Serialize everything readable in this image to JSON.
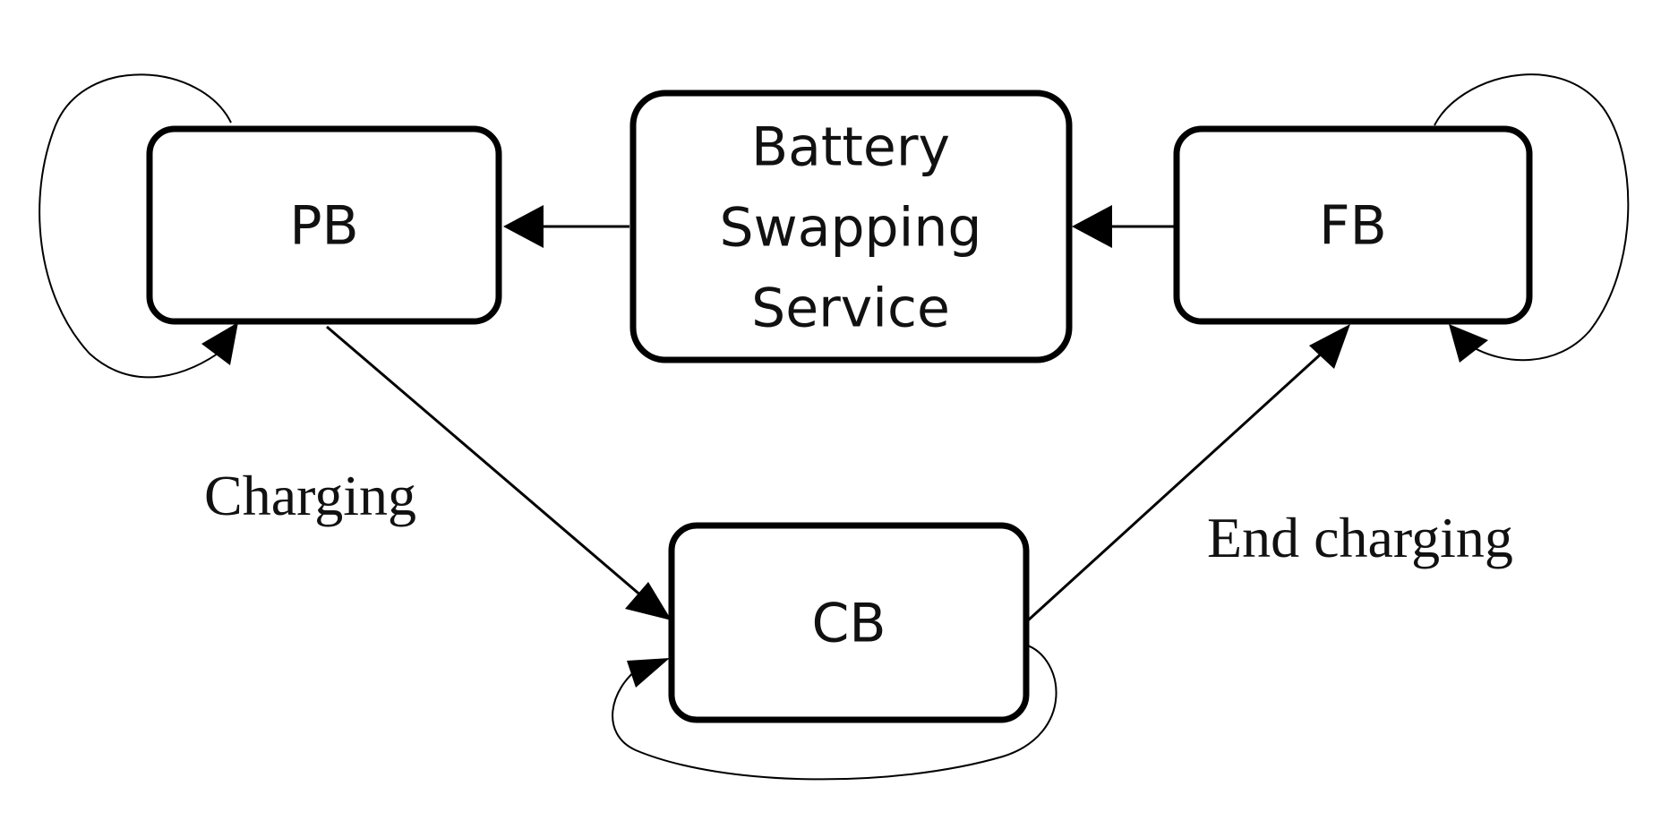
{
  "nodes": {
    "pb": {
      "label": "PB"
    },
    "service": {
      "lines": [
        "Battery",
        "Swapping",
        "Service"
      ]
    },
    "fb": {
      "label": "FB"
    },
    "cb": {
      "label": "CB"
    }
  },
  "edges": {
    "charging": {
      "label": "Charging"
    },
    "end_charging": {
      "label": "End charging"
    }
  },
  "colors": {
    "stroke": "#000000",
    "background": "#ffffff"
  }
}
